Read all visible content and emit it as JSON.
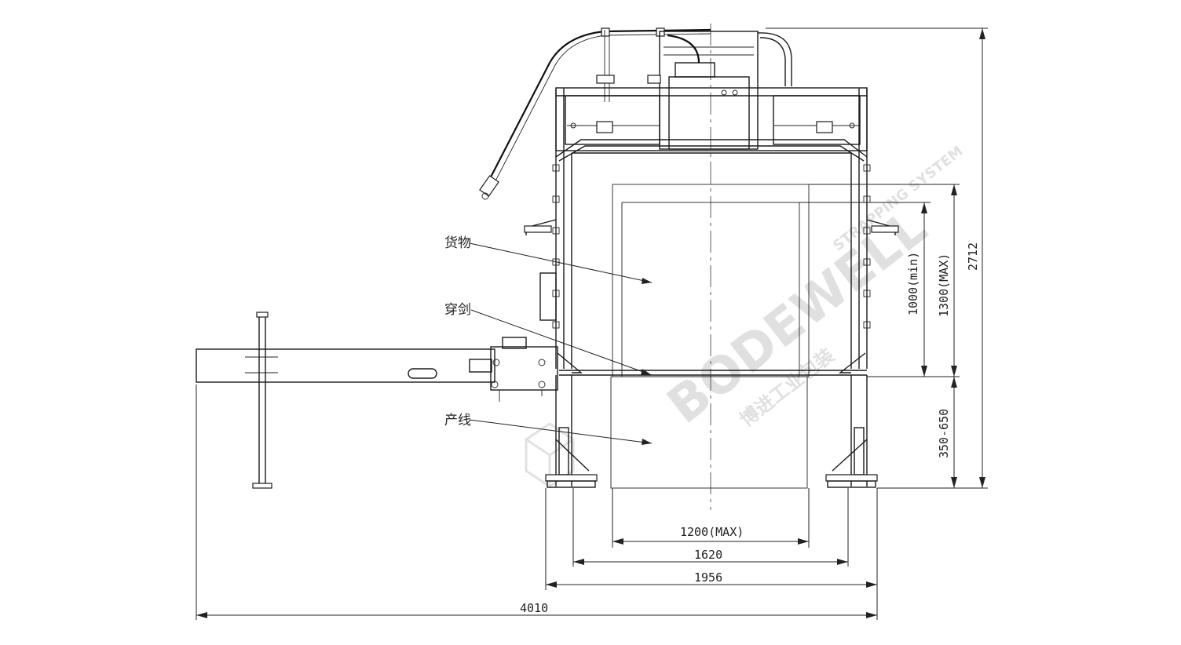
{
  "labels": {
    "goods": "货物",
    "lance": "穿剑",
    "line": "产线"
  },
  "dimensions": {
    "width_max": "1200(MAX)",
    "inner_width": "1620",
    "outer_width": "1956",
    "total_length": "4010",
    "height_min": "1000(min)",
    "height_max": "1300(MAX)",
    "total_height": "2712",
    "line_height": "350-650"
  },
  "watermark": {
    "brand": "BODEWELL",
    "sub": "STRAPPING SYSTEM",
    "cn": "博进工业包装"
  }
}
